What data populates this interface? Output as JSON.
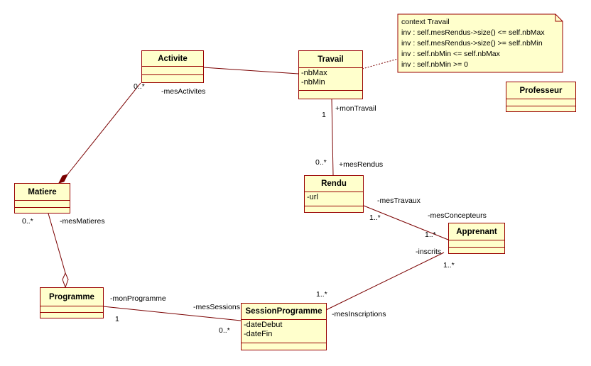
{
  "classes": {
    "activite": {
      "name": "Activite",
      "attributes": []
    },
    "travail": {
      "name": "Travail",
      "attributes": [
        "-nbMax",
        "-nbMin"
      ]
    },
    "professeur": {
      "name": "Professeur",
      "attributes": []
    },
    "rendu": {
      "name": "Rendu",
      "attributes": [
        "-url"
      ]
    },
    "matiere": {
      "name": "Matiere",
      "attributes": []
    },
    "apprenant": {
      "name": "Apprenant",
      "attributes": []
    },
    "programme": {
      "name": "Programme",
      "attributes": []
    },
    "session_programme": {
      "name": "SessionProgramme",
      "attributes": [
        "-dateDebut",
        "-dateFin"
      ]
    }
  },
  "note": {
    "lines": [
      "context Travail",
      "inv : self.mesRendus->size() <= self.nbMax",
      "inv : self.mesRendus->size() >= self.nbMin",
      "inv : self.nbMin <= self.nbMax",
      "inv : self.nbMin >= 0"
    ]
  },
  "associations": {
    "activite_multiplicity": "0..*",
    "mes_activites": "-mesActivites",
    "travail_multiplicity": "1",
    "mon_travail": "+monTravail",
    "rendus_multiplicity": "0..*",
    "mes_rendus": "+mesRendus",
    "mes_travaux": "-mesTravaux",
    "travaux_multiplicity": "1..*",
    "mes_concepteurs": "-mesConcepteurs",
    "concepteurs_multiplicity": "1..*",
    "matieres_multiplicity": "0..*",
    "mes_matieres": "-mesMatieres",
    "inscrits": "-inscrits",
    "inscrits_multiplicity": "1..*",
    "mon_programme": "-monProgramme",
    "programme_multiplicity": "1",
    "mes_sessions": "-mesSessions",
    "sessions_multiplicity": "0..*",
    "mes_inscriptions_multiplicity": "1..*",
    "mes_inscriptions": "-mesInscriptions"
  },
  "colors": {
    "class_fill": "#ffffcc",
    "class_border": "#990000",
    "line": "#7a0000",
    "note_border": "#990000"
  }
}
